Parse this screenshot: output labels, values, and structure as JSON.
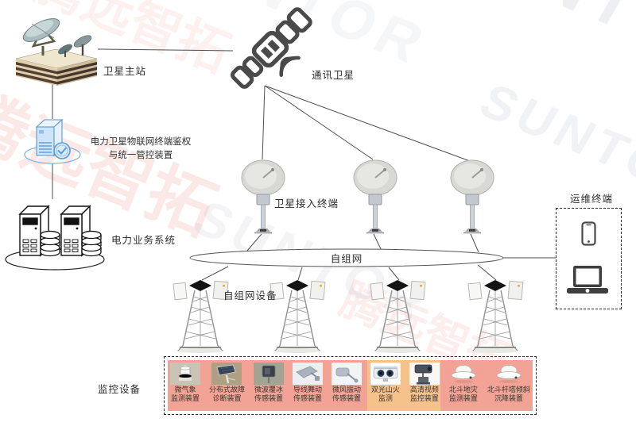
{
  "watermark": {
    "brand_latin": "SUNTOR",
    "brand_cjk": "腾远智拓"
  },
  "nodes": {
    "master_station": {
      "label": "卫星主站"
    },
    "satellite": {
      "label": "通讯卫星"
    },
    "auth_device": {
      "label_line1": "电力卫星物联网终端鉴权",
      "label_line2": "与统一管控装置"
    },
    "power_system": {
      "label": "电力业务系统"
    },
    "access_terminal": {
      "label": "卫星接入终端"
    },
    "adhoc_network": {
      "label": "自组网"
    },
    "adhoc_device": {
      "label": "自组网设备"
    },
    "om_terminal": {
      "label": "运维终端"
    },
    "monitor_group": {
      "label": "监控设备"
    }
  },
  "devices": [
    {
      "line1": "微气象",
      "line2": "监测装置"
    },
    {
      "line1": "分布式故障",
      "line2": "诊断装置"
    },
    {
      "line1": "微波覆冰",
      "line2": "传感装置"
    },
    {
      "line1": "导线舞动",
      "line2": "传感装置"
    },
    {
      "line1": "微风振动",
      "line2": "传感装置"
    },
    {
      "line1": "双光山火",
      "line2": "监测"
    },
    {
      "line1": "高清视频",
      "line2": "监控装置"
    },
    {
      "line1": "北斗地灾",
      "line2": "监测装置"
    },
    {
      "line1": "北斗杆塔倾斜",
      "line2": "沉降装置"
    }
  ],
  "icons": [
    "earth-station-icon",
    "communication-satellite-icon",
    "auth-server-icon",
    "server-cluster-icon",
    "satellite-dish-terminal-icon",
    "radio-tower-icon",
    "smartphone-icon",
    "laptop-icon"
  ],
  "colors": {
    "line": "#4f4f4f",
    "blue_accent": "#5b9bd5",
    "strip_pink": "#f2a395",
    "strip_orange": "#f6c28c",
    "watermark_red": "#e06a5a",
    "watermark_gray": "#97a0b4"
  }
}
